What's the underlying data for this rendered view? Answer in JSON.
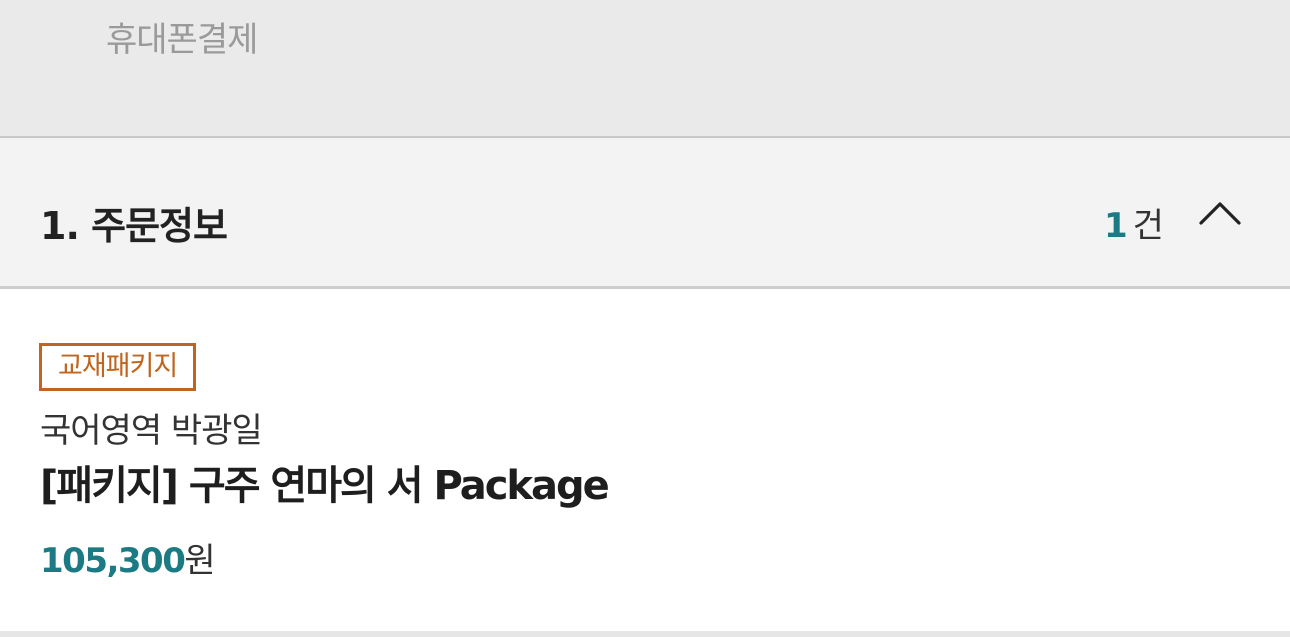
{
  "payment": {
    "method_label": "휴대폰결제"
  },
  "order_section": {
    "title": "1. 주문정보",
    "count_value": "1",
    "count_unit": "건",
    "toggle_icon": "chevron-up-icon"
  },
  "order_item": {
    "badge": "교재패키지",
    "category": "국어영역 박광일",
    "name": "[패키지] 구주 연마의 서 Package",
    "price_value": "105,300",
    "price_unit": "원"
  },
  "colors": {
    "accent_teal": "#1b7a83",
    "badge_orange": "#c0651f"
  }
}
